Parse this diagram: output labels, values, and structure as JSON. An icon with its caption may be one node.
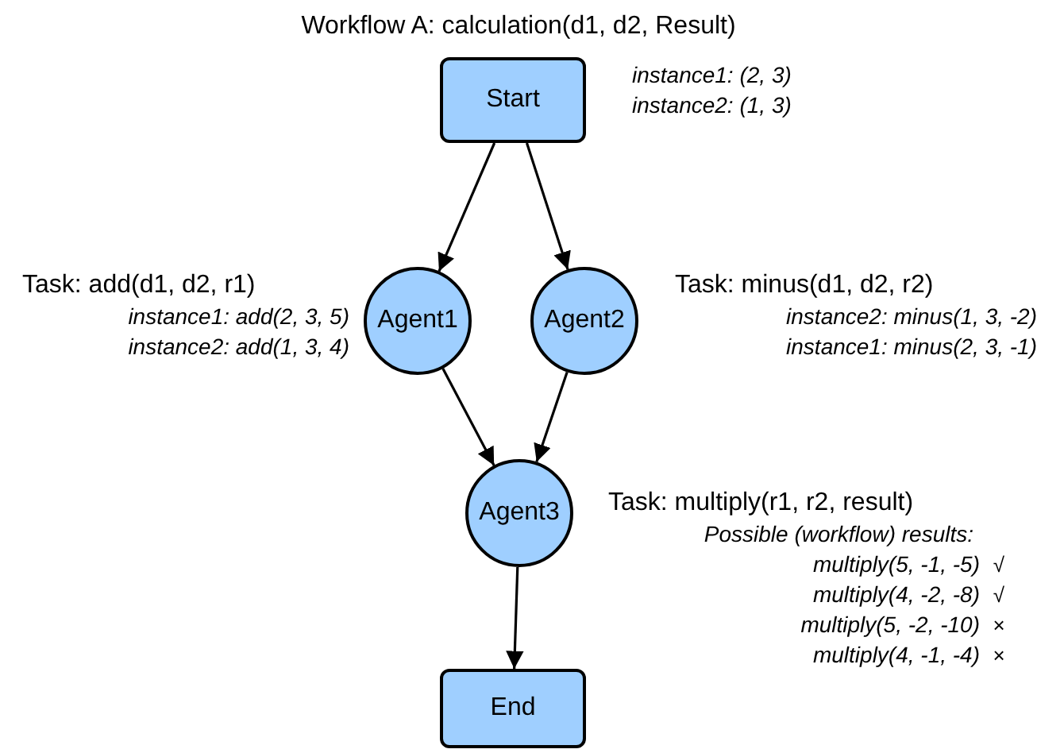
{
  "diagram": {
    "title": "Workflow A: calculation(d1, d2, Result)",
    "nodes": [
      {
        "text": [
          "Start"
        ],
        "beside": [
          "instance1: (2, 3)",
          "instance2: (1, 3)"
        ]
      },
      {
        "text": [
          "Agent1"
        ],
        "beside": [
          "Task: add(d1, d2, r1)",
          "instance1: add(2, 3, 5)",
          "instance2: add(1, 3, 4)"
        ]
      },
      {
        "text": [
          "Agent2"
        ],
        "beside": [
          "Task: minus(d1, d2, r2)",
          "instance2: minus(1, 3, -2)",
          "instance1: minus(2, 3, -1)"
        ]
      },
      {
        "text": [
          "Agent3"
        ],
        "beside": [
          "Task: multiply(r1, r2, result)",
          "Possible (workflow) results:",
          "multiply(5, -1, -5)",
          "√",
          "multiply(4, -2, -8)",
          "√",
          "multiply(5, -2, -10)",
          "×",
          "multiply(4, -1, -4)",
          "×"
        ]
      },
      {
        "text": [
          "End"
        ]
      }
    ],
    "edges": [
      {
        "from": 0,
        "to": 1,
        "arrow": "to"
      },
      {
        "from": 0,
        "to": 2,
        "arrow": "to"
      },
      {
        "from": 1,
        "to": 3,
        "arrow": "to"
      },
      {
        "from": 2,
        "to": 3,
        "arrow": "to"
      },
      {
        "from": 3,
        "to": 4,
        "arrow": "to"
      }
    ]
  }
}
